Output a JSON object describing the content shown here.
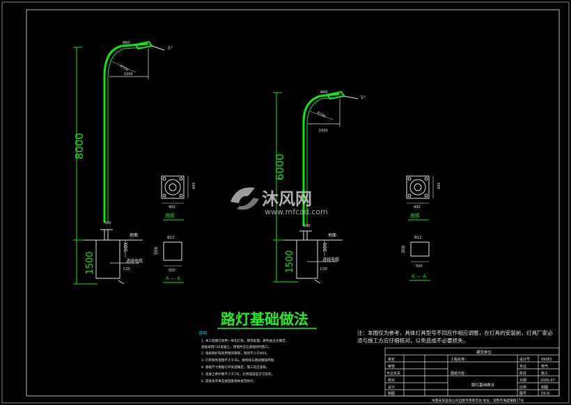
{
  "title": "路灯基础做法",
  "watermark": {
    "brand": "沐风网",
    "url": "www.mfcad.com"
  },
  "colors": {
    "pole": "#14e614",
    "dim": "#e6e6e6",
    "title": "#22ee22",
    "cyan": "#00e5e5",
    "frame": "#ffffff"
  },
  "lamp_left": {
    "height": "8000",
    "base": "1500",
    "arm": "1000",
    "radius": "R700",
    "dia_top": "Φ60",
    "angle": "5°",
    "ground": "地面",
    "cable": "进线电缆",
    "concrete": "C20",
    "dim_500": "500",
    "dim_f": "500"
  },
  "lamp_right": {
    "height": "6000",
    "base": "1500",
    "arm": "1000",
    "radius": "R700",
    "dia_top": "Φ60",
    "angle": "5°",
    "ground": "地面",
    "cable": "进线电缆",
    "concrete": "C20",
    "dim_500": "500",
    "dim_f": "300"
  },
  "detail_left": {
    "plate_label": "底板",
    "section_label": "A — A",
    "w": "400",
    "h": "400",
    "sec_w": "500",
    "sec_h": "500",
    "bolt": "Φ12"
  },
  "detail_right": {
    "plate_label": "底板",
    "section_label": "A — A",
    "w": "400",
    "h": "400",
    "sec_w": "500",
    "sec_h": "300",
    "bolt": "Φ12"
  },
  "notes_heading": "说明",
  "notes": [
    "1. 本工程路灯采用一体化灯具，镀锌处理，颜色由业主确定。",
    "   基础采用C20混凝土，预埋件应与基础同时施工。",
    "2. 电缆保护管采用镀锌钢管，管径不小于Φ50。",
    "3. 灯杆接地电阻不大于4Ω，接地线与基础钢筋焊接。",
    "4. 基础尺寸根据灯杆高度确定，施工前应复核。",
    "5. 混凝土养护期不少于7天，达到强度后方可安装。",
    "6. 其他未尽事宜按国家相关规范执行。"
  ],
  "remark_line1": "注：本图仅为参考，具体灯具型号不同应作相应调整，在灯具的安装前，灯具厂家必",
  "remark_line2": "须与施工方应仔细核对，以免造成不必要损失。",
  "title_block": {
    "header": "建设单位",
    "rows_left": [
      "审定",
      "审核",
      "专业负责",
      "校对",
      "设计",
      "制图"
    ],
    "project_label": "工程名称：",
    "drawing_label": "图纸内容：",
    "drawing_name": "路灯基础做法",
    "right_keys": [
      "设计号",
      "专业",
      "阶段",
      "日期",
      "比例",
      "图号"
    ],
    "right_vals": [
      "09081",
      "电气",
      "施工",
      "2009.07",
      "如图",
      "DS-6"
    ]
  },
  "footer": "本图未加盖本公司出图专用章无效     地址：常熟市海虞镇路17号"
}
